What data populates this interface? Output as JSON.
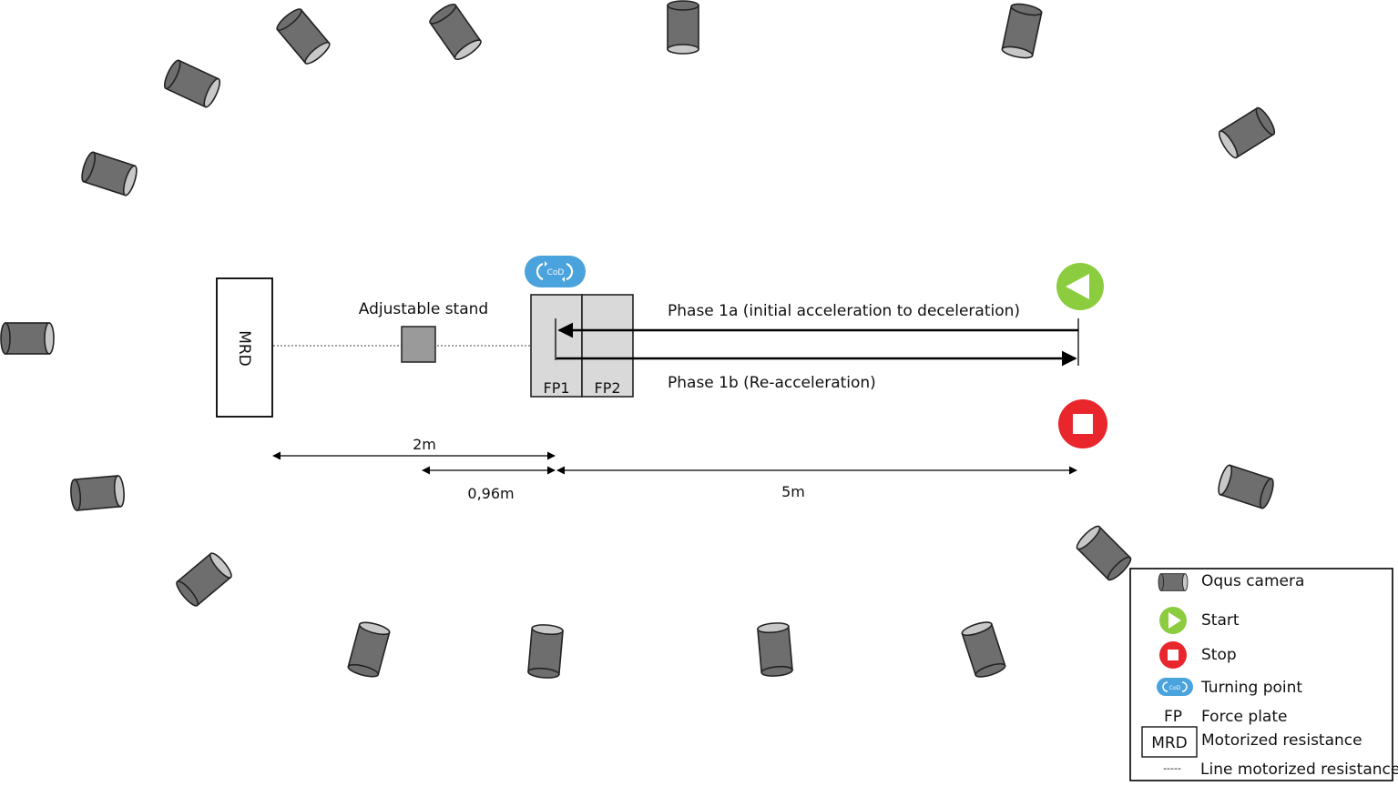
{
  "labels": {
    "mrd": "MRD",
    "stand": "Adjustable stand",
    "fp1": "FP1",
    "fp2": "FP2",
    "cod": "CoD",
    "phase1a": "Phase 1a (initial acceleration to deceleration)",
    "phase1b": "Phase 1b (Re-acceleration)"
  },
  "dimensions": {
    "d2m": "2m",
    "d096m": "0,96m",
    "d5m": "5m"
  },
  "legend": {
    "items": [
      {
        "key": "camera",
        "symbol": "",
        "label": "Oqus camera"
      },
      {
        "key": "start",
        "symbol": "",
        "label": "Start"
      },
      {
        "key": "stop",
        "symbol": "",
        "label": "Stop"
      },
      {
        "key": "turn",
        "symbol": "CoD",
        "label": "Turning point"
      },
      {
        "key": "fp",
        "symbol": "FP",
        "label": "Force plate"
      },
      {
        "key": "mrd",
        "symbol": "MRD",
        "label": "Motorized resistance"
      },
      {
        "key": "line",
        "symbol": "-----",
        "label": "Line motorized resistance"
      }
    ]
  },
  "colors": {
    "camera_body": "#6e6e6e",
    "camera_lens": "#c8c8c8",
    "start_green": "#8ccc3f",
    "stop_red": "#e8262c",
    "cod_blue": "#4aa3dc",
    "plate_fill": "#d9d9d9",
    "stand_fill": "#9a9a9a"
  }
}
